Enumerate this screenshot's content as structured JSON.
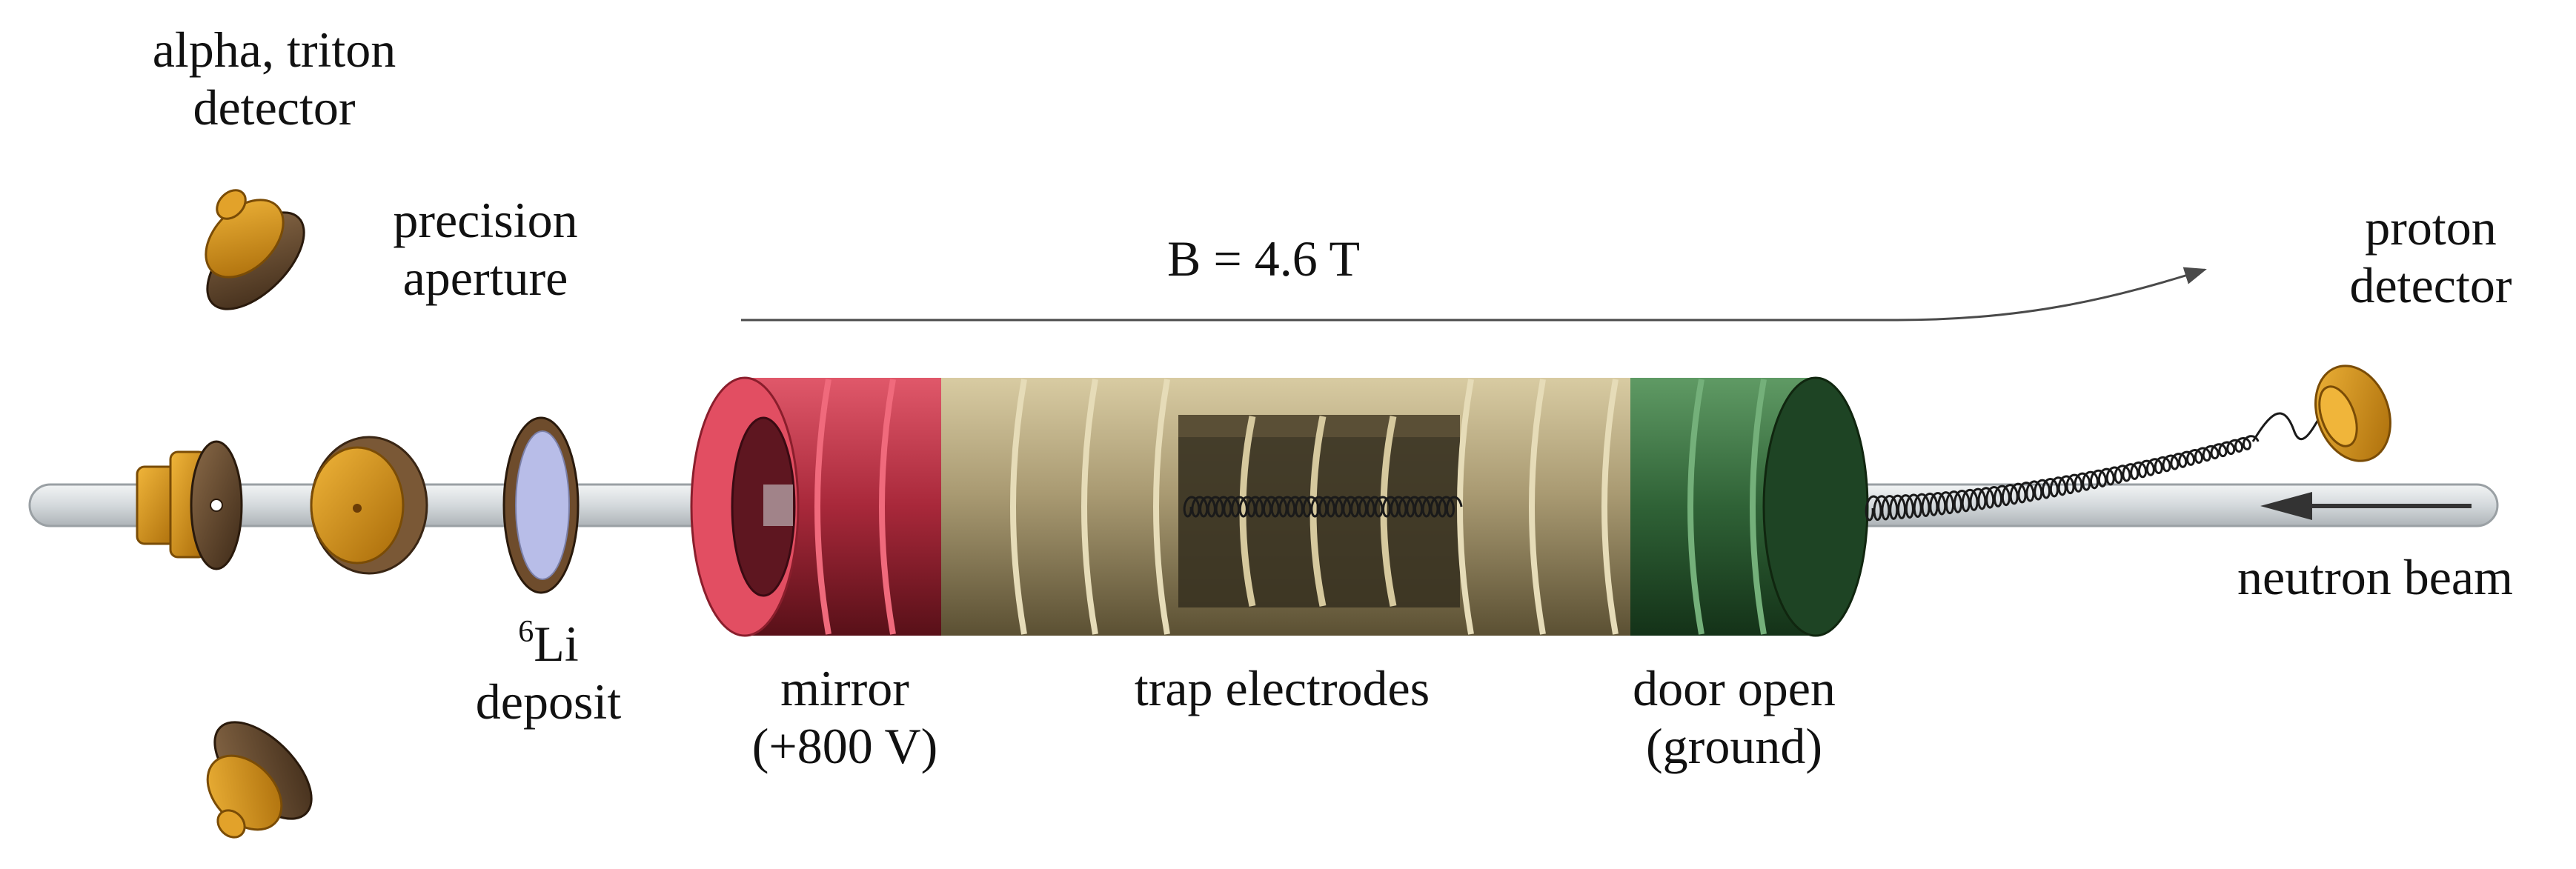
{
  "labels": {
    "alpha_triton_detector": [
      "alpha, triton",
      "detector"
    ],
    "precision_aperture": [
      "precision",
      "aperture"
    ],
    "li_deposit": {
      "superscript": "6",
      "element": "Li",
      "line2": "deposit"
    },
    "mirror": [
      "mirror",
      "(+800 V)"
    ],
    "trap_electrodes": "trap electrodes",
    "door_open": [
      "door open",
      "(ground)"
    ],
    "proton_detector": [
      "proton",
      "detector"
    ],
    "neutron_beam": "neutron beam",
    "magnetic_field": "B = 4.6 T"
  },
  "colors": {
    "mirror": "#c2394c",
    "trap": "#c2b48b",
    "door": "#3f7a46",
    "detector": "#d8951a",
    "aperture": "#6a4828",
    "deposit": "#b8bde8",
    "beam": "#dde2e5"
  }
}
